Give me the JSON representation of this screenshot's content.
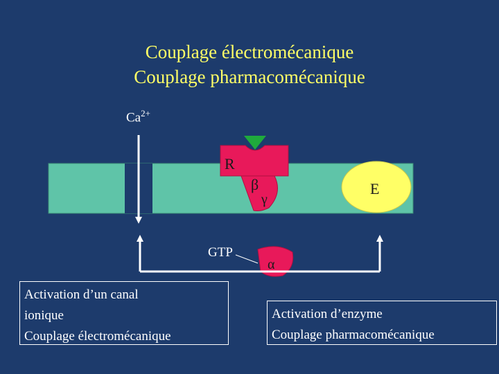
{
  "title": {
    "line1": "Couplage électromécanique",
    "line2": "Couplage pharmacomécanique"
  },
  "ion": {
    "symbol": "Ca",
    "charge": "2+"
  },
  "receptor": {
    "label": "R"
  },
  "g_protein": {
    "beta": "β",
    "gamma": "γ",
    "alpha": "α"
  },
  "gtp": {
    "label": "GTP"
  },
  "enzyme": {
    "label": "E"
  },
  "left_box": {
    "line1": "Activation d’un canal",
    "line2": "ionique",
    "line3": "Couplage électromécanique"
  },
  "right_box": {
    "line1": "Activation d’enzyme",
    "line2": "Couplage pharmacomécanique"
  },
  "colors": {
    "background": "#1d3b6c",
    "title": "#ffff66",
    "membrane": "#5fc4a8",
    "receptor": "#e8195a",
    "ligand": "#1faa3c",
    "enzyme": "#ffff66",
    "arrow": "#ffffff"
  }
}
